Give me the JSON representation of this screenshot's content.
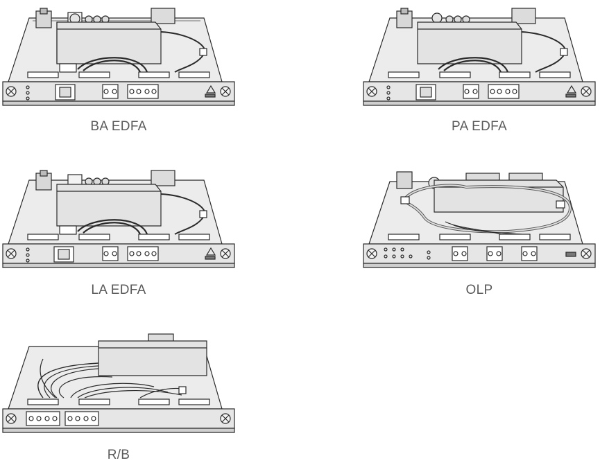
{
  "cards": [
    {
      "id": "ba",
      "label": "BA EDFA"
    },
    {
      "id": "pa",
      "label": "PA EDFA"
    },
    {
      "id": "la",
      "label": "LA EDFA"
    },
    {
      "id": "olp",
      "label": "OLP"
    },
    {
      "id": "rb",
      "label": "R/B"
    }
  ],
  "colors": {
    "stroke": "#2a2a2a",
    "body": "#e9e9e9",
    "shade": "#cfcfcf",
    "dark": "#9a9a9a"
  }
}
